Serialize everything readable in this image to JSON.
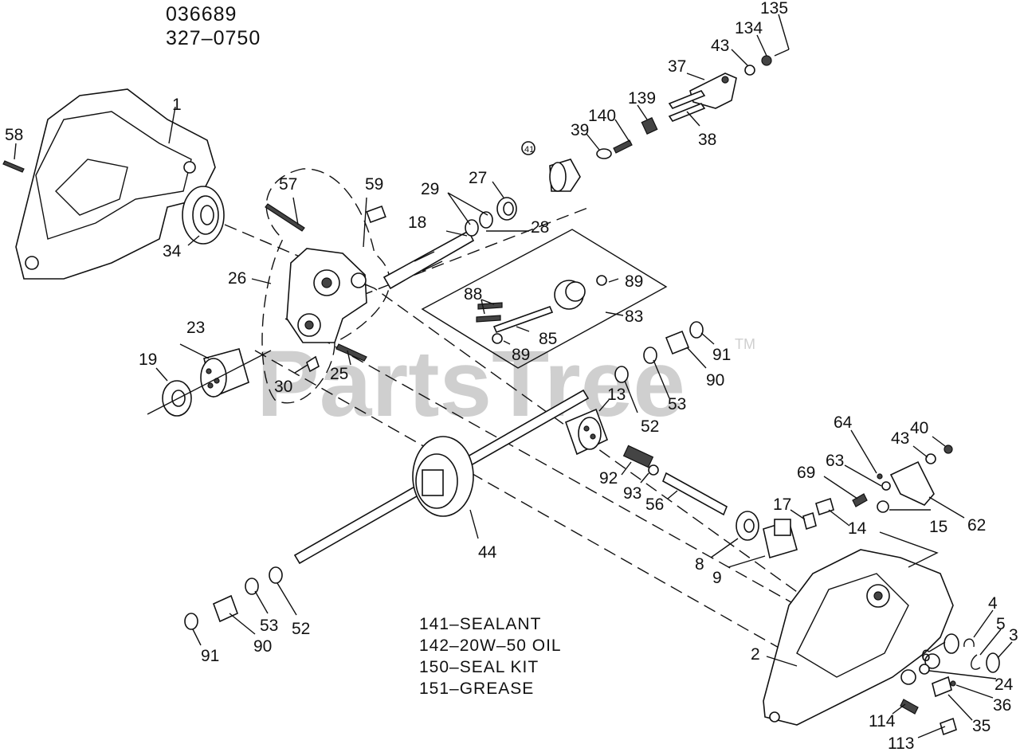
{
  "header": {
    "line1": "036689",
    "line2": "327–0750"
  },
  "watermark": {
    "text": "PartsTree",
    "tm": "TM"
  },
  "notes": [
    "141–SEALANT",
    "142–20W–50 OIL",
    "150–SEAL KIT",
    "151–GREASE"
  ],
  "callouts": [
    {
      "id": "c135",
      "label": "135"
    },
    {
      "id": "c134",
      "label": "134"
    },
    {
      "id": "c43a",
      "label": "43"
    },
    {
      "id": "c37",
      "label": "37"
    },
    {
      "id": "c139",
      "label": "139"
    },
    {
      "id": "c140",
      "label": "140"
    },
    {
      "id": "c39",
      "label": "39"
    },
    {
      "id": "c38",
      "label": "38"
    },
    {
      "id": "c41",
      "label": "41"
    },
    {
      "id": "c1",
      "label": "1"
    },
    {
      "id": "c58",
      "label": "58"
    },
    {
      "id": "c27",
      "label": "27"
    },
    {
      "id": "c29",
      "label": "29"
    },
    {
      "id": "c57",
      "label": "57"
    },
    {
      "id": "c59",
      "label": "59"
    },
    {
      "id": "c18",
      "label": "18"
    },
    {
      "id": "c28",
      "label": "28"
    },
    {
      "id": "c34",
      "label": "34"
    },
    {
      "id": "c26",
      "label": "26"
    },
    {
      "id": "c88",
      "label": "88"
    },
    {
      "id": "c89a",
      "label": "89"
    },
    {
      "id": "c83",
      "label": "83"
    },
    {
      "id": "c85",
      "label": "85"
    },
    {
      "id": "c89b",
      "label": "89"
    },
    {
      "id": "c23",
      "label": "23"
    },
    {
      "id": "c19",
      "label": "19"
    },
    {
      "id": "c25",
      "label": "25"
    },
    {
      "id": "c30",
      "label": "30"
    },
    {
      "id": "c91a",
      "label": "91"
    },
    {
      "id": "c90a",
      "label": "90"
    },
    {
      "id": "c53a",
      "label": "53"
    },
    {
      "id": "c52a",
      "label": "52"
    },
    {
      "id": "c13",
      "label": "13"
    },
    {
      "id": "c64",
      "label": "64"
    },
    {
      "id": "c40",
      "label": "40"
    },
    {
      "id": "c43b",
      "label": "43"
    },
    {
      "id": "c63",
      "label": "63"
    },
    {
      "id": "c69",
      "label": "69"
    },
    {
      "id": "c92",
      "label": "92"
    },
    {
      "id": "c93",
      "label": "93"
    },
    {
      "id": "c56",
      "label": "56"
    },
    {
      "id": "c17",
      "label": "17"
    },
    {
      "id": "c14",
      "label": "14"
    },
    {
      "id": "c15",
      "label": "15"
    },
    {
      "id": "c62",
      "label": "62"
    },
    {
      "id": "c44",
      "label": "44"
    },
    {
      "id": "c8",
      "label": "8"
    },
    {
      "id": "c9",
      "label": "9"
    },
    {
      "id": "c53b",
      "label": "53"
    },
    {
      "id": "c52b",
      "label": "52"
    },
    {
      "id": "c91b",
      "label": "91"
    },
    {
      "id": "c90b",
      "label": "90"
    },
    {
      "id": "c4",
      "label": "4"
    },
    {
      "id": "c5",
      "label": "5"
    },
    {
      "id": "c3",
      "label": "3"
    },
    {
      "id": "c2",
      "label": "2"
    },
    {
      "id": "c6",
      "label": "6"
    },
    {
      "id": "c24",
      "label": "24"
    },
    {
      "id": "c36",
      "label": "36"
    },
    {
      "id": "c114",
      "label": "114"
    },
    {
      "id": "c35",
      "label": "35"
    },
    {
      "id": "c113",
      "label": "113"
    }
  ]
}
